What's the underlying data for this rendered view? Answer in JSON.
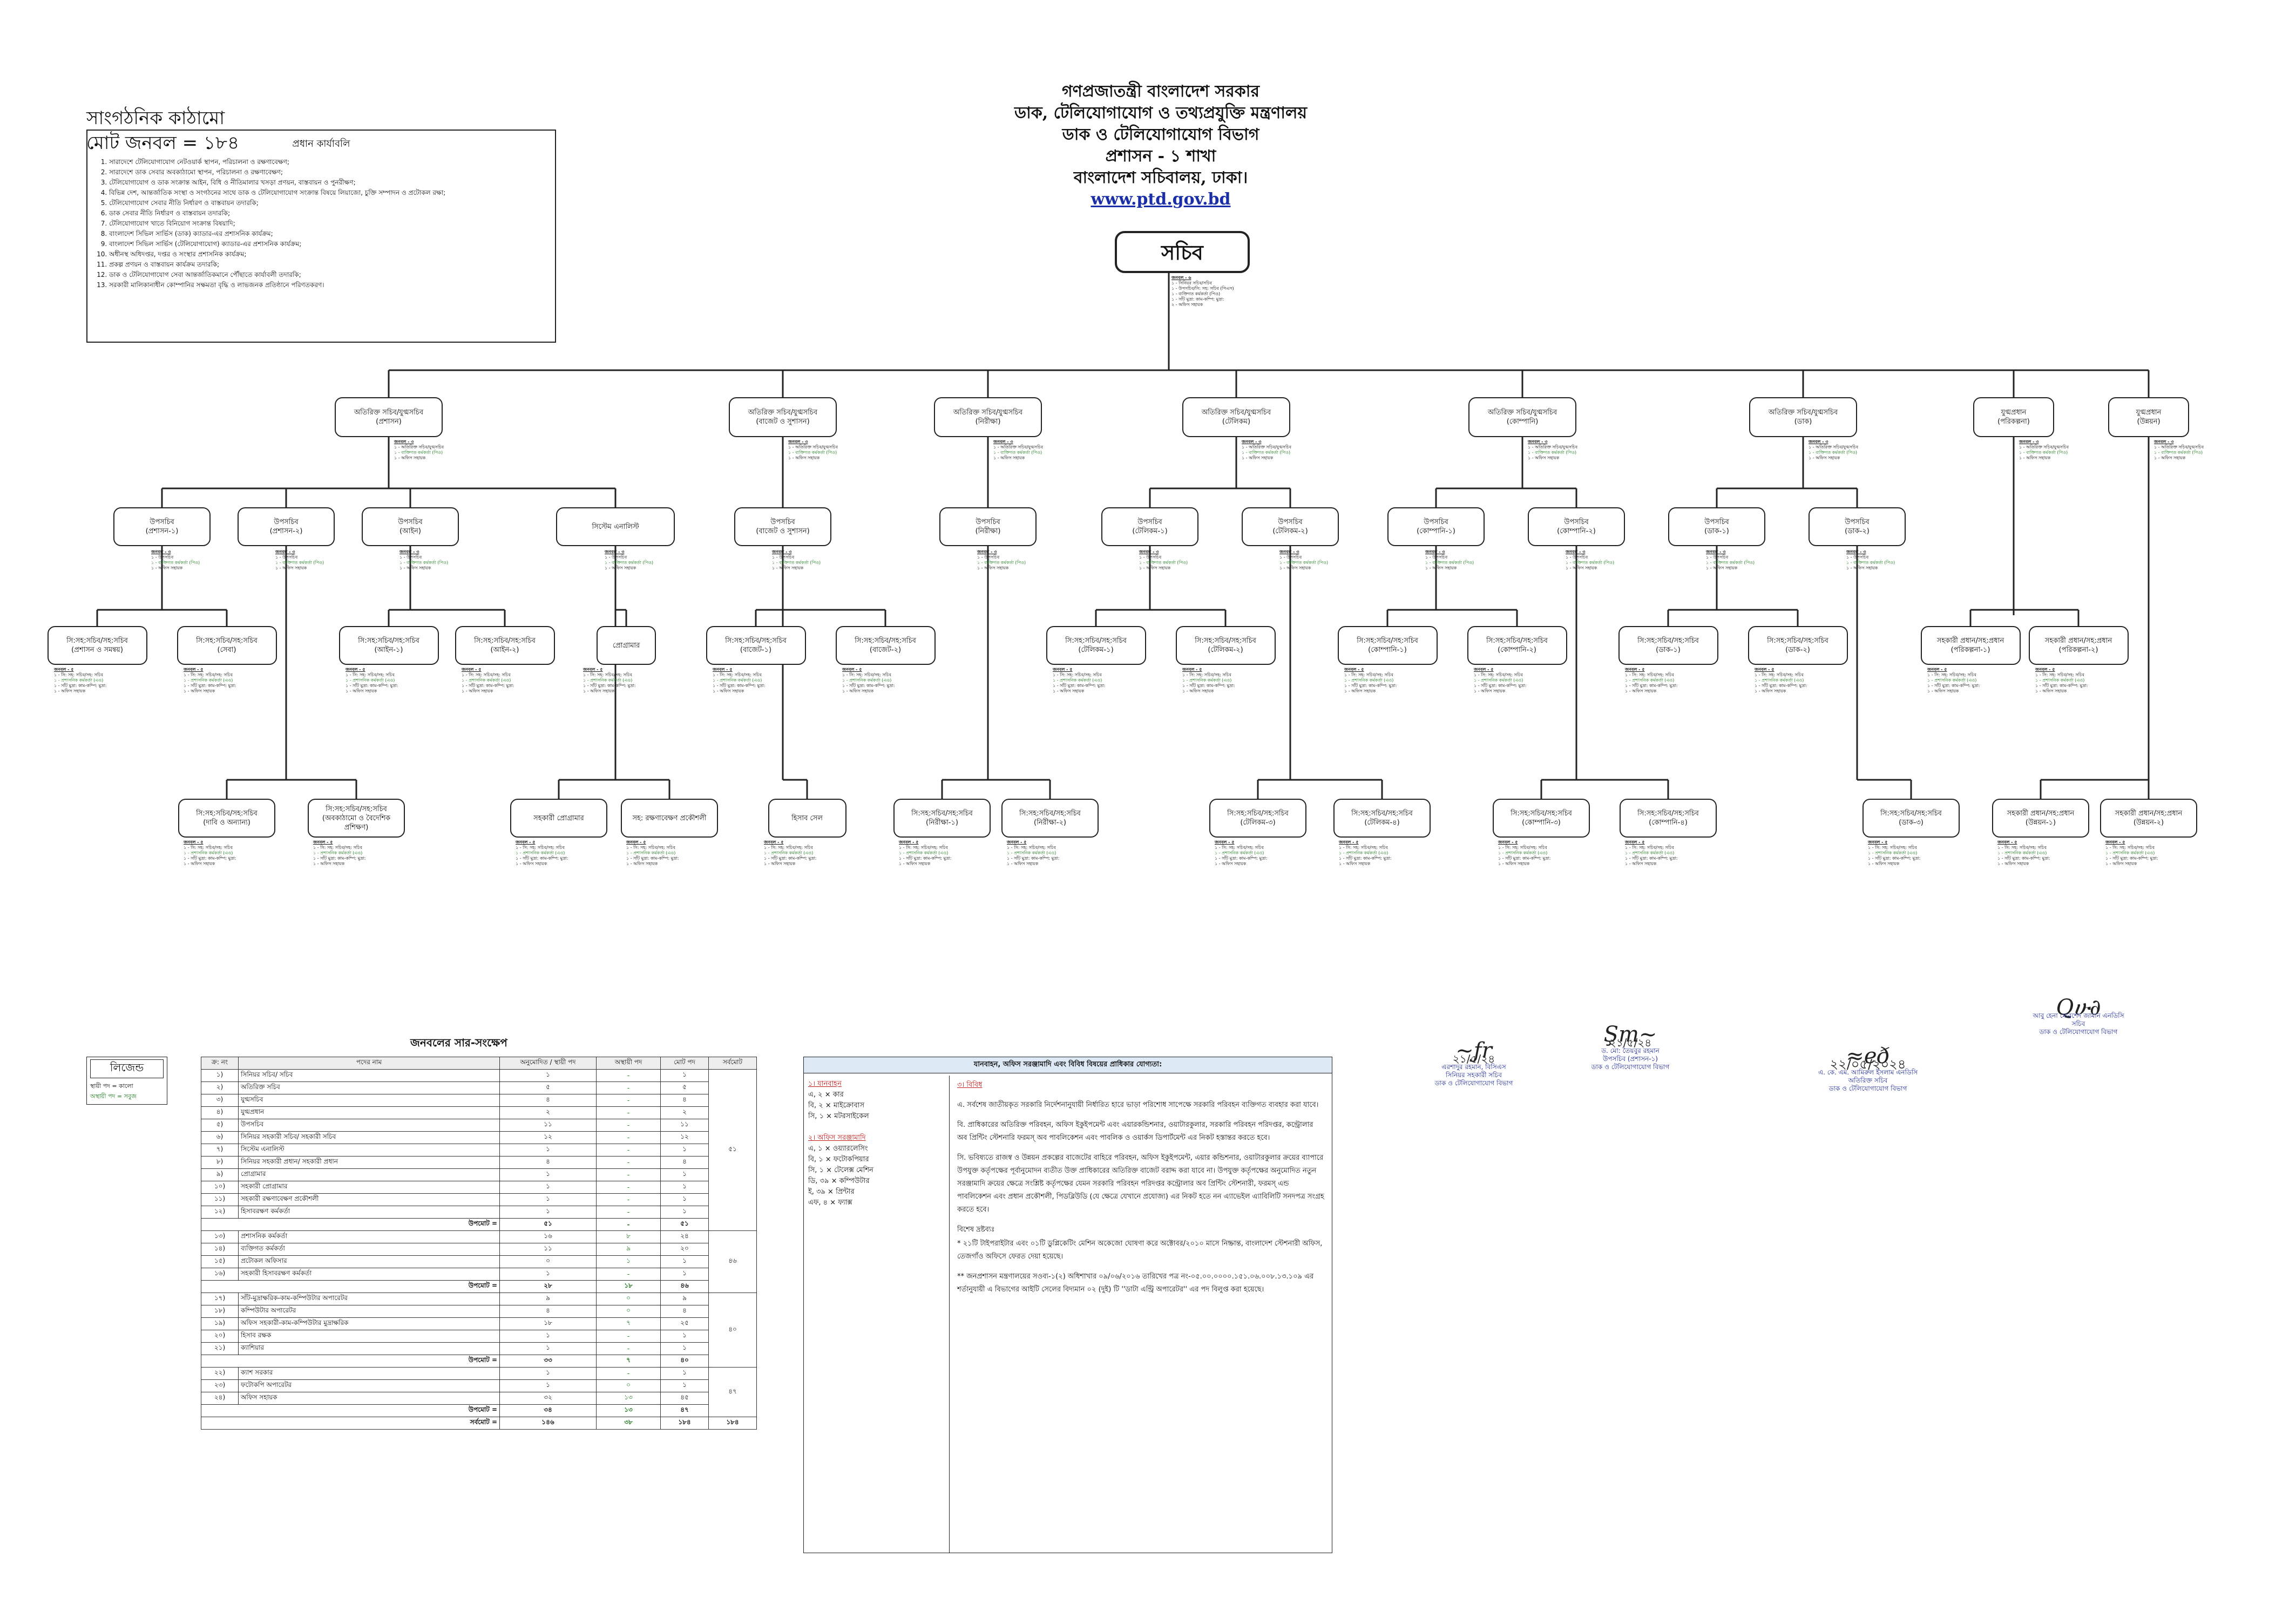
{
  "header": {
    "org_label": "সাংগঠনিক কাঠামো",
    "total_label": "মোট জনবল = ১৮৪",
    "lines": [
      "গণপ্রজাতন্ত্রী বাংলাদেশ সরকার",
      "ডাক, টেলিযোগাযোগ ও তথ্যপ্রযুক্তি মন্ত্রণালয়",
      "ডাক ও টেলিযোগাযোগ বিভাগ",
      "প্রশাসন - ১ শাখা",
      "বাংলাদেশ সচিবালয়, ঢাকা।"
    ],
    "url": "www.ptd.gov.bd"
  },
  "duties": {
    "title": "প্রধান কার্যাবলি",
    "items": [
      "সারাদেশে টেলিযোগাযোগ নেটওয়ার্ক স্থাপন, পরিচালনা ও রক্ষণাবেক্ষণ;",
      "সারাদেশে ডাক সেবার অবকাঠামো স্থাপন, পরিচালনা ও রক্ষণাবেক্ষণ;",
      "টেলিযোগাযোগ ও ডাক সংক্রান্ত আইন, বিধি ও নীতিমালার খসড়া প্রণয়ন, বাস্তবায়ন ও পুনরীক্ষণ;",
      "বিভিন্ন দেশ, আন্তর্জাতিক সংস্থা ও সংগঠনের সাথে ডাক ও টেলিযোগাযোগ সংক্রান্ত বিষয়ে লিয়াজো, চুক্তি সম্পাদন ও প্রটোকল রক্ষা;",
      "টেলিযোগাযোগ সেবার নীতি নির্ধারণ ও বাস্তবায়ন তদারকি;",
      "ডাক সেবার নীতি নির্ধারণ ও বাস্তবায়ন তদারকি;",
      "টেলিযোগাযোগ খাতে বিনিয়োগ সংক্রান্ত বিষয়াদি;",
      "বাংলাদেশ সিভিল সার্ভিস (ডাক) ক্যাডার-এর প্রশাসনিক কার্যক্রম;",
      "বাংলাদেশ সিভিল সার্ভিস (টেলিযোগাযোগ) ক্যাডার-এর প্রশাসনিক কার্যক্রম;",
      "অধীনস্থ অধিদপ্তর, দপ্তর ও সংস্থার প্রশাসনিক কার্যক্রম;",
      "প্রকল্প প্রণয়ন ও বাস্তবায়ন কার্যক্রম তদারকি;",
      "ডাক ও টেলিযোগাযোগ সেবা আন্তর্জাতিকমানে পৌঁছাতে কার্যাবলী তদারকি;",
      "সরকারী মালিকানাধীন কোম্পানির সক্ষমতা বৃদ্ধি ও লাভজনক প্রতিষ্ঠানে পরিণতকরণ।"
    ]
  },
  "org": {
    "secretary": {
      "label": "সচিব",
      "staff_head": "জনবল - ৬",
      "staff": [
        "১ - সিনিয়র সচিব/সচিব",
        "১ - উপসচিব/সি: সহ: সচিব (পিএস)",
        "১ - ব্যক্তিগত কর্মকর্তা (পিও)",
        "১ - সাঁট মুদ্রা: কাম-কম্পি: মুদ্রা:",
        "২ - অফিস সহায়ক"
      ]
    },
    "wings": [
      {
        "title": "অতিরিক্ত সচিব/যুগ্মসচিব",
        "sub": "(প্রশাসন)"
      },
      {
        "title": "অতিরিক্ত সচিব/যুগ্মসচিব",
        "sub": "(বাজেট ও সুশাসন)"
      },
      {
        "title": "অতিরিক্ত সচিব/যুগ্মসচিব",
        "sub": "(নিরীক্ষা)"
      },
      {
        "title": "অতিরিক্ত সচিব/যুগ্মসচিব",
        "sub": "(টেলিকম)"
      },
      {
        "title": "অতিরিক্ত সচিব/যুগ্মসচিব",
        "sub": "(কোম্পানি)"
      },
      {
        "title": "অতিরিক্ত সচিব/যুগ্মসচিব",
        "sub": "(ডাক)"
      },
      {
        "title": "যুগ্মপ্রধান",
        "sub": "(পরিকল্পনা)"
      },
      {
        "title": "যুগ্মপ্রধান",
        "sub": "(উন্নয়ন)"
      }
    ],
    "wing_staff_head": "জনবল - ৩",
    "wing_staff": [
      "১ - অতিরিক্ত সচিব/যুগ্মসচিব",
      "১ - ব্যক্তিগত কর্মকর্তা (পিও)",
      "১ - অফিস সহায়ক"
    ],
    "deputies": [
      {
        "title": "উপসচিব",
        "sub": "(প্রশাসন-১)"
      },
      {
        "title": "উপসচিব",
        "sub": "(প্রশাসন-২)"
      },
      {
        "title": "উপসচিব",
        "sub": "(আইন)"
      },
      {
        "title": "সিস্টেম এনালিস্ট",
        "sub": ""
      },
      {
        "title": "উপসচিব",
        "sub": "(বাজেট ও সুশাসন)"
      },
      {
        "title": "উপসচিব",
        "sub": "(নিরীক্ষা)"
      },
      {
        "title": "উপসচিব",
        "sub": "(টেলিকম-১)"
      },
      {
        "title": "উপসচিব",
        "sub": "(টেলিকম-২)"
      },
      {
        "title": "উপসচিব",
        "sub": "(কোম্পানি-১)"
      },
      {
        "title": "উপসচিব",
        "sub": "(কোম্পানি-২)"
      },
      {
        "title": "উপসচিব",
        "sub": "(ডাক-১)"
      },
      {
        "title": "উপসচিব",
        "sub": "(ডাক-২)"
      }
    ],
    "dep_staff_head": "জনবল - ৩",
    "dep_staff": [
      "১ - উপসচিব",
      "১ - ব্যক্তিগত কর্মকর্তা (পিও)",
      "১ - অফিস সহায়ক"
    ],
    "level4": [
      {
        "title": "সি:সহ:সচিব/সহ:সচিব",
        "sub": "(প্রশাসন ও সমন্বয়)"
      },
      {
        "title": "সি:সহ:সচিব/সহ:সচিব",
        "sub": "(সেবা)"
      },
      {
        "title": "সি:সহ:সচিব/সহ:সচিব",
        "sub": "(আইন-১)"
      },
      {
        "title": "সি:সহ:সচিব/সহ:সচিব",
        "sub": "(আইন-২)"
      },
      {
        "title": "প্রোগ্রামার",
        "sub": ""
      },
      {
        "title": "সি:সহ:সচিব/সহ:সচিব",
        "sub": "(বাজেট-১)"
      },
      {
        "title": "সি:সহ:সচিব/সহ:সচিব",
        "sub": "(বাজেট-২)"
      },
      {
        "title": "সি:সহ:সচিব/সহ:সচিব",
        "sub": "(টেলিকম-১)"
      },
      {
        "title": "সি:সহ:সচিব/সহ:সচিব",
        "sub": "(টেলিকম-২)"
      },
      {
        "title": "সি:সহ:সচিব/সহ:সচিব",
        "sub": "(কোম্পানি-১)"
      },
      {
        "title": "সি:সহ:সচিব/সহ:সচিব",
        "sub": "(কোম্পানি-২)"
      },
      {
        "title": "সি:সহ:সচিব/সহ:সচিব",
        "sub": "(ডাক-১)"
      },
      {
        "title": "সি:সহ:সচিব/সহ:সচিব",
        "sub": "(ডাক-২)"
      },
      {
        "title": "সহকারী প্রধান/সহ:প্রধান",
        "sub": "(পরিকল্পনা-১)"
      },
      {
        "title": "সহকারী প্রধান/সহ:প্রধান",
        "sub": "(পরিকল্পনা-২)"
      }
    ],
    "level5": [
      {
        "title": "সি:সহ:সচিব/সহ:সচিব",
        "sub": "(দাবি ও অন্যান্য)"
      },
      {
        "title": "সি:সহ:সচিব/সহ:সচিব",
        "sub": "(অবকাঠামো ও বৈদেশিক প্রশিক্ষণ)"
      },
      {
        "title": "সহকারী প্রোগ্রামার",
        "sub": ""
      },
      {
        "title": "সহ: রক্ষণাবেক্ষণ প্রকৌশলী",
        "sub": ""
      },
      {
        "title": "হিসাব সেল",
        "sub": ""
      },
      {
        "title": "সি:সহ:সচিব/সহ:সচিব",
        "sub": "(নিরীক্ষা-১)"
      },
      {
        "title": "সি:সহ:সচিব/সহ:সচিব",
        "sub": "(নিরীক্ষা-২)"
      },
      {
        "title": "সি:সহ:সচিব/সহ:সচিব",
        "sub": "(টেলিকম-৩)"
      },
      {
        "title": "সি:সহ:সচিব/সহ:সচিব",
        "sub": "(টেলিকম-৪)"
      },
      {
        "title": "সি:সহ:সচিব/সহ:সচিব",
        "sub": "(কোম্পানি-৩)"
      },
      {
        "title": "সি:সহ:সচিব/সহ:সচিব",
        "sub": "(কোম্পানি-৪)"
      },
      {
        "title": "সি:সহ:সচিব/সহ:সচিব",
        "sub": "(ডাক-৩)"
      },
      {
        "title": "সহকারী প্রধান/সহ:প্রধান",
        "sub": "(উন্নয়ন-১)"
      },
      {
        "title": "সহকারী প্রধান/সহ:প্রধান",
        "sub": "(উন্নয়ন-২)"
      }
    ],
    "sec_staff_head": "জনবল - ৫",
    "sec_staff": [
      "১ - সি: সহ: সচিব/সহ: সচিব",
      "১ - প্রশাসনিক কর্মকর্তা (এও)",
      "১ - সাঁট মুদ্রা: কাম-কম্পি: মুদ্রা:",
      "১ - অফিস সহায়ক"
    ]
  },
  "summary": {
    "title": "জনবলের সার-সংক্ষেপ",
    "legend_title": "লিজেন্ড",
    "legend_rows": [
      [
        "স্থায়ী পদ",
        "= কালো"
      ],
      [
        "অস্থায়ী পদ",
        "= সবুজ"
      ]
    ],
    "headers": [
      "ক্র: নং",
      "পদের নাম",
      "অনুমোদিত / স্থায়ী পদ",
      "অস্থায়ী পদ",
      "মোট পদ",
      "সর্বমোট"
    ],
    "groups": [
      {
        "rows": [
          [
            "১)",
            "সিনিয়র সচিব/ সচিব",
            "১",
            "-",
            "১"
          ],
          [
            "২)",
            "অতিরিক্ত সচিব",
            "৫",
            "-",
            "৫"
          ],
          [
            "৩)",
            "যুগ্মসচিব",
            "৪",
            "-",
            "৪"
          ],
          [
            "৪)",
            "যুগ্মপ্রধান",
            "২",
            "-",
            "২"
          ],
          [
            "৫)",
            "উপসচিব",
            "১১",
            "-",
            "১১"
          ],
          [
            "৬)",
            "সিনিয়র সহকারী সচিব/ সহকারী সচিব",
            "১২",
            "-",
            "১২"
          ],
          [
            "৭)",
            "সিস্টেম এনালিস্ট",
            "১",
            "-",
            "১"
          ],
          [
            "৮)",
            "সিনিয়র সহকারী প্রধান/ সহকারী প্রধান",
            "৪",
            "-",
            "৪"
          ],
          [
            "৯)",
            "প্রোগ্রামার",
            "১",
            "-",
            "১"
          ],
          [
            "১০)",
            "সহকারী প্রোগ্রামার",
            "১",
            "-",
            "১"
          ],
          [
            "১১)",
            "সহকারী রক্ষণাবেক্ষণ প্রকৌশলী",
            "১",
            "-",
            "১"
          ],
          [
            "১২)",
            "হিসাবরক্ষণ কর্মকর্তা",
            "১",
            "-",
            "১"
          ]
        ],
        "subtotal": [
          "উপমোট =",
          "৫১",
          "-",
          "৫১"
        ],
        "grand": "৫১"
      },
      {
        "rows": [
          [
            "১৩)",
            "প্রশাসনিক কর্মকর্তা",
            "১৬",
            "৮",
            "২৪"
          ],
          [
            "১৪)",
            "ব্যক্তিগত কর্মকর্তা",
            "১১",
            "৯",
            "২০"
          ],
          [
            "১৫)",
            "প্রটোকল অফিসার",
            "০",
            "১",
            "১"
          ],
          [
            "১৬)",
            "সহকারী হিসাবরক্ষণ কর্মকর্তা",
            "১",
            "-",
            "১"
          ]
        ],
        "subtotal": [
          "উপমোট =",
          "২৮",
          "১৮",
          "৪৬"
        ],
        "grand": "৪৬"
      },
      {
        "rows": [
          [
            "১৭)",
            "সাঁট-মুদ্রাক্ষরিক-কাম-কম্পিউটার অপারেটর",
            "৯",
            "০",
            "৯"
          ],
          [
            "১৮)",
            "কম্পিউটার অপারেটর",
            "৪",
            "০",
            "৪"
          ],
          [
            "১৯)",
            "অফিস সহকারী-কাম-কম্পিউটার মুদ্রাক্ষরিক",
            "১৮",
            "৭",
            "২৫"
          ],
          [
            "২০)",
            "হিসাব রক্ষক",
            "১",
            "-",
            "১"
          ],
          [
            "২১)",
            "ক্যাশিয়ার",
            "১",
            "-",
            "১"
          ]
        ],
        "subtotal": [
          "উপমোট =",
          "৩৩",
          "৭",
          "৪০"
        ],
        "grand": "৪০"
      },
      {
        "rows": [
          [
            "২২)",
            "ক্যাশ সরকার",
            "১",
            "-",
            "১"
          ],
          [
            "২৩)",
            "ফটোকপি অপারেটর",
            "১",
            "০",
            "১"
          ],
          [
            "২৪)",
            "অফিস সহায়ক",
            "৩২",
            "১৩",
            "৪৫"
          ]
        ],
        "subtotal": [
          "উপমোট =",
          "৩৪",
          "১৩",
          "৪৭"
        ],
        "grand": "৪৭"
      }
    ],
    "total": [
      "সর্বমোট =",
      "১৪৬",
      "৩৮",
      "১৮৪",
      "১৮৪"
    ]
  },
  "requirements": {
    "header": "যানবাহন, অফিস সরঞ্জামাদি এবং বিবিধ বিষয়ের প্রাধিকার যোগ্যতা:",
    "vehicle_head": "১। যানবাহন",
    "vehicles": [
      "এ, ২ × কার",
      "বি, ২ × মাইক্রোবাস",
      "সি, ১ × মটরসাইকেল"
    ],
    "equip_head": "২। অফিস সরঞ্জামাদি",
    "equipment": [
      "এ, ১ × ওয়্যারলেসিং",
      "বি, ১ × ফটোকপিয়ার",
      "সি, ১ × টেলেক্স মেশিন",
      "ডি, ৩৯ × কম্পিউটার",
      "ই, ৩৯ × প্রিন্টার",
      "এফ, ৪ × ফ্যাক্স"
    ],
    "misc_head": "৩। বিবিধ",
    "paras": [
      "এ. সর্বশেষ জাতীয়কৃত সরকারি নির্দেশনানুযায়ী নির্ধারিত হারে ভাড়া পরিশোধ সাপেক্ষে সরকারি পরিবহন ব্যক্তিগত ব্যবহার করা যাবে।",
      "বি. প্রাধিকারের অতিরিক্ত পরিবহন, অফিস ইকুইপমেন্ট এবং এয়ারকন্ডিশনার, ওয়াটারকুলার, সরকারি পরিবহন পরিদপ্তর, কন্ট্রোলার অব প্রিন্টিং স্টেশনারি ফরমস্ অব পাবলিকেশন এবং পাবলিক ও ওয়ার্কস ডিপার্টমেন্ট এর নিকট হস্তান্তর করতে হবে।",
      "সি. ভবিষ্যতে রাজস্ব ও উন্নয়ন প্রকল্পের বাজেটের বাহিরে পরিবহন, অফিস ইকুইপমেন্ট, এয়ার কন্ডিশনার, ওয়াটারকুলার ক্রয়ের ব্যাপারে উপযুক্ত কর্তৃপক্ষের পূর্বানুমোদন ব্যতীত উক্ত প্রাধিকারের অতিরিক্ত বাজেট বরাদ্দ করা যাবে না। উপযুক্ত কর্তৃপক্ষের অনুমোদিত নতুন সরঞ্জামাদি ক্রয়ের ক্ষেত্রে সংশ্লিষ্ট কর্তৃপক্ষের যেমন সরকারি পরিবহন পরিদপ্তর কন্ট্রোলার অব প্রিন্টিং স্টেশনারী, ফরমস্ এন্ড পাবলিকেশন এবং প্রধান প্রকৌশলী, পিডব্লিউডি (যে ক্ষেত্রে যেখানে প্রযোজ্য) এর নিকট হতে নন এ্যাভেইল এ্যাবিলিটি সনদপত্র সংগ্রহ করতে হবে।",
      "বিশেষ দ্রষ্টব্যঃ",
      "* ২১টি টাইপরাইটার এবং ০১টি ডুপ্লিকেটিং মেশিন অকেজো ঘোষণা করে অক্টোবর/২০১০ মাসে নিষ্ক্রান্ত, বাংলাদেশ স্টেশনারী অফিস, তেজগাঁও অফিসে ফেরত দেয়া হয়েছে।",
      "** জনপ্রশাসন মন্ত্রণালয়ের সওব্য-১(২) অধিশাখার ০৯/০৬/২০১৬ তারিখের পত্র নং-০৫.০০.০০০০.১৫১.০৬.০০৮.১৩.১০৯ এর শর্তানুযায়ী এ বিভাগের আইটি সেলের বিদ্যমান ০২ (দুই) টি ''ডাটা এন্ট্রি অপারেটর'' এর পদ বিলুপ্ত করা হয়েছে।"
    ]
  },
  "signatures": [
    {
      "name": "এরশাদুর রহমান, বিসিএস",
      "l2": "সিনিয়র সহকারী সচিব",
      "l3": "ডাক ও টেলিযোগাযোগ বিভাগ",
      "date": "২১/৫/২৪"
    },
    {
      "name": "ড. মো: তৈয়বুর রহমান",
      "l2": "উপসচিব (প্রশাসন-১)",
      "l3": "ডাক ও টেলিযোগাযোগ বিভাগ",
      "date": "২১/৫/২৪"
    },
    {
      "name": "এ. কে. এম. আমিরুল ইসলাম এনডিসি",
      "l2": "অতিরিক্ত সচিব",
      "l3": "ডাক ও টেলিযোগাযোগ বিভাগ",
      "date": "২২/০৫/২০২৪"
    },
    {
      "name": "আবু হেনা মোরশেদ জামান এনডিসি",
      "l2": "সচিব",
      "l3": "ডাক ও টেলিযোগাযোগ বিভাগ",
      "date": ""
    }
  ],
  "colors": {
    "permanent": "#111111",
    "temporary": "#1f7a1f",
    "link": "#1a2ea8",
    "accent_red": "#c01818"
  }
}
